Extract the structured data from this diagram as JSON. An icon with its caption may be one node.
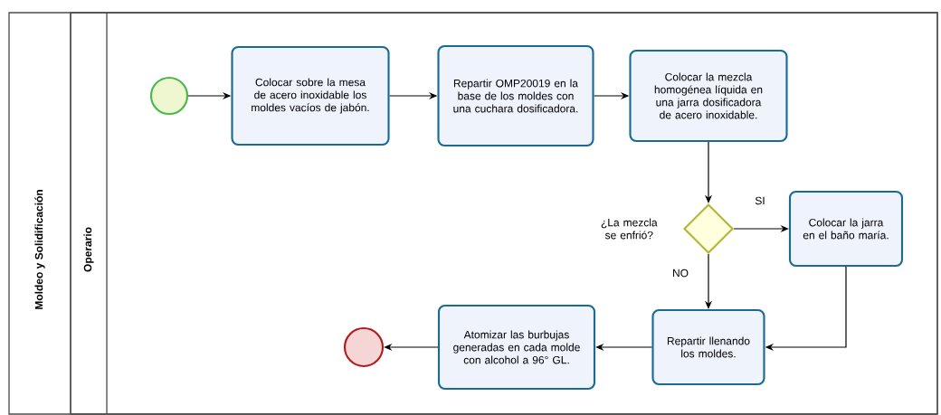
{
  "diagram": {
    "nodes": [
      {
        "text": [
          "Moldeo y Solidificación"
        ]
      },
      {
        "text": [
          "Operario"
        ],
        "in": 0
      },
      {
        "text": [],
        "shape": "circle",
        "in": 1
      },
      {
        "text": [
          "Colocar sobre la mesa de acero inoxidable los moldes vacíos de jabón."
        ],
        "in": 1
      },
      {
        "text": [
          "Repartir OMP20019 en la base de los moldes con una cuchara dosificadora."
        ],
        "in": 1
      },
      {
        "text": [
          "Colocar la mezcla homogénea líquida en una jarra dosificadora de acero inoxidable."
        ],
        "in": 1
      },
      {
        "text": [],
        "shape": "diamond",
        "beside": [
          "¿La mezcla se enfrió?"
        ],
        "in": 1
      },
      {
        "text": [
          "Colocar la jarra en el baño maría."
        ],
        "in": 1
      },
      {
        "text": [
          "Repartir llenando los moldes."
        ],
        "in": 1
      },
      {
        "text": [
          "Atomizar las burbujas generadas en cada molde con alcohol a 96° GL."
        ],
        "in": 1
      },
      {
        "text": [],
        "shape": "circle",
        "in": 1
      }
    ],
    "edges": [
      {
        "from": 2,
        "to": 3,
        "arrow": "to"
      },
      {
        "from": 3,
        "to": 4,
        "arrow": "to"
      },
      {
        "from": 4,
        "to": 5,
        "arrow": "to"
      },
      {
        "from": 5,
        "to": 6,
        "arrow": "to"
      },
      {
        "from": 6,
        "to": 7,
        "arrow": "to",
        "label": "SI"
      },
      {
        "from": 6,
        "to": 8,
        "arrow": "to",
        "label": "NO"
      },
      {
        "from": 7,
        "to": 8,
        "arrow": "to"
      },
      {
        "from": 8,
        "to": 9,
        "arrow": "to"
      },
      {
        "from": 9,
        "to": 10,
        "arrow": "to"
      }
    ]
  }
}
